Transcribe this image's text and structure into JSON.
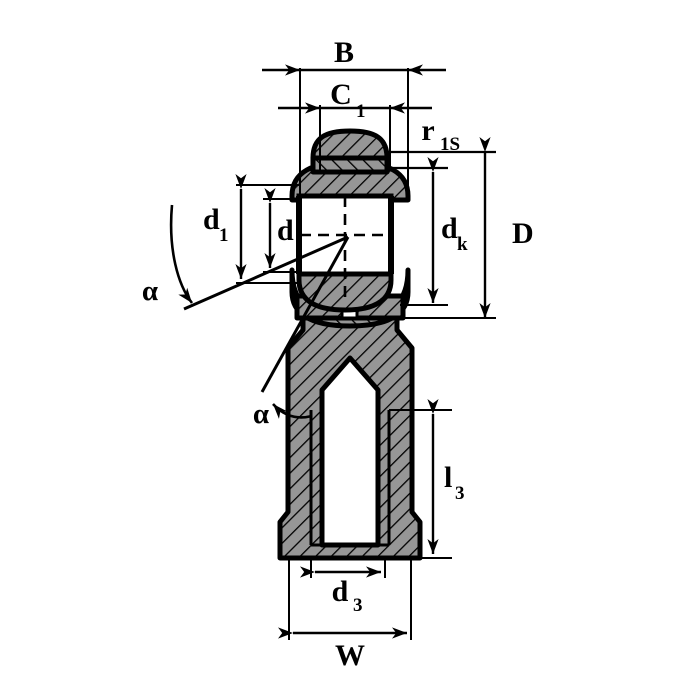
{
  "drawing": {
    "title": "Rod End Bearing Cross-Section",
    "type": "technical-engineering-drawing",
    "background_color": "#ffffff",
    "line_color": "#000000",
    "hatch_fill_color": "#969696",
    "bore_fill_color": "#ffffff"
  },
  "dimensions": {
    "B": {
      "label": "B",
      "sub": "",
      "orientation": "horizontal",
      "location": "top-outer"
    },
    "C1": {
      "label": "C",
      "sub": "1",
      "orientation": "horizontal",
      "location": "top-inner"
    },
    "r1S": {
      "label": "r",
      "sub": "1S",
      "orientation": "leader",
      "location": "upper-right"
    },
    "D": {
      "label": "D",
      "sub": "",
      "orientation": "vertical",
      "location": "right-outer"
    },
    "dk": {
      "label": "d",
      "sub": "k",
      "orientation": "vertical",
      "location": "right-inner"
    },
    "d1": {
      "label": "d",
      "sub": "1",
      "orientation": "vertical",
      "location": "left-outer"
    },
    "d": {
      "label": "d",
      "sub": "",
      "orientation": "vertical",
      "location": "left-inner"
    },
    "l3": {
      "label": "l",
      "sub": "3",
      "orientation": "vertical",
      "location": "lower-right"
    },
    "d3": {
      "label": "d",
      "sub": "3",
      "orientation": "horizontal",
      "location": "bottom-inner"
    },
    "W": {
      "label": "W",
      "sub": "",
      "orientation": "horizontal",
      "location": "bottom-outer"
    },
    "alpha_upper": {
      "label": "α",
      "sub": "",
      "orientation": "angle",
      "location": "left-upper"
    },
    "alpha_lower": {
      "label": "α",
      "sub": "",
      "orientation": "angle",
      "location": "left-lower"
    }
  }
}
